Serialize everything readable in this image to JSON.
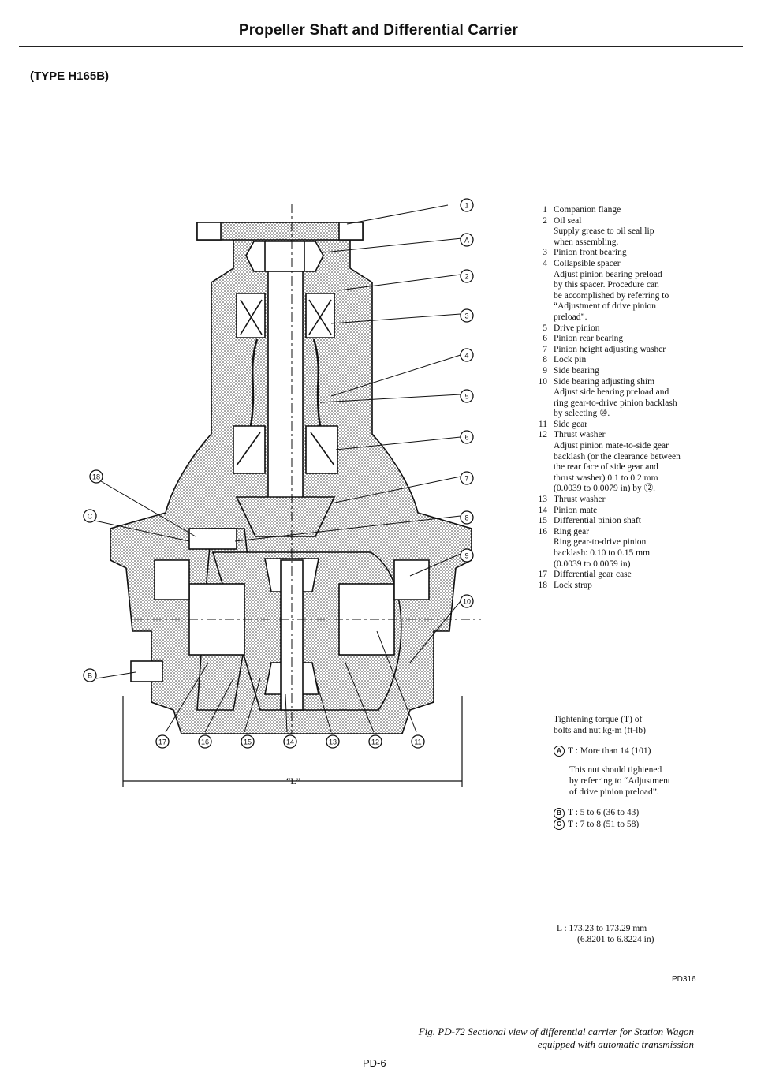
{
  "header": {
    "title": "Propeller Shaft and Differential Carrier",
    "type_label": "(TYPE H165B)"
  },
  "callouts": {
    "right": [
      "1",
      "A",
      "2",
      "3",
      "4",
      "5",
      "6",
      "7",
      "8",
      "9",
      "10"
    ],
    "left": [
      "18",
      "C",
      "B"
    ],
    "bottom": [
      "17",
      "16",
      "15",
      "14",
      "13",
      "12",
      "11"
    ],
    "dimension": "“L”"
  },
  "legend": [
    {
      "n": "1",
      "t": "Companion flange"
    },
    {
      "n": "2",
      "t": "Oil seal",
      "s": [
        "Supply grease to oil seal lip",
        "when assembling."
      ]
    },
    {
      "n": "3",
      "t": "Pinion front bearing"
    },
    {
      "n": "4",
      "t": "Collapsible spacer",
      "s": [
        "Adjust pinion bearing preload",
        "by this spacer. Procedure can",
        "be accomplished by referring to",
        "“Adjustment of drive pinion",
        "preload”."
      ]
    },
    {
      "n": "5",
      "t": "Drive pinion"
    },
    {
      "n": "6",
      "t": "Pinion rear bearing"
    },
    {
      "n": "7",
      "t": "Pinion height adjusting washer"
    },
    {
      "n": "8",
      "t": "Lock pin"
    },
    {
      "n": "9",
      "t": "Side bearing"
    },
    {
      "n": "10",
      "t": "Side bearing adjusting shim",
      "s": [
        "Adjust side bearing preload and",
        "ring gear-to-drive pinion backlash",
        "by selecting ⑩."
      ]
    },
    {
      "n": "11",
      "t": "Side gear"
    },
    {
      "n": "12",
      "t": "Thrust washer",
      "s": [
        "Adjust pinion mate-to-side gear",
        "backlash (or the clearance between",
        "the rear face of side gear and",
        "thrust washer) 0.1 to 0.2 mm",
        "(0.0039 to 0.0079 in) by ⑫."
      ]
    },
    {
      "n": "13",
      "t": "Thrust washer"
    },
    {
      "n": "14",
      "t": "Pinion mate"
    },
    {
      "n": "15",
      "t": "Differential pinion shaft"
    },
    {
      "n": "16",
      "t": "Ring gear",
      "s": [
        "Ring gear-to-drive pinion",
        "backlash: 0.10 to 0.15 mm",
        "(0.0039 to 0.0059 in)"
      ]
    },
    {
      "n": "17",
      "t": "Differential gear case"
    },
    {
      "n": "18",
      "t": "Lock strap"
    }
  ],
  "torque": {
    "heading1": "Tightening torque (T) of",
    "heading2": "bolts and nut   kg-m (ft-lb)",
    "a_sym": "A",
    "a_text": "T :   More than 14 (101)",
    "note": [
      "This nut should tightened",
      "by referring to “Adjustment",
      "of drive pinion preload”."
    ],
    "b_sym": "B",
    "b_text": "T :  5 to 6 (36 to 43)",
    "c_sym": "C",
    "c_text": "T :  7 to 8 (51 to 58)"
  },
  "l_spec": {
    "line1": "L  :   173.23 to 173.29 mm",
    "line2": "(6.8201 to 6.8224 in)"
  },
  "code": "PD316",
  "caption": {
    "line1": "Fig. PD-72  Sectional view of differential carrier for Station Wagon",
    "line2": "equipped with automatic transmission"
  },
  "page": "PD-6"
}
